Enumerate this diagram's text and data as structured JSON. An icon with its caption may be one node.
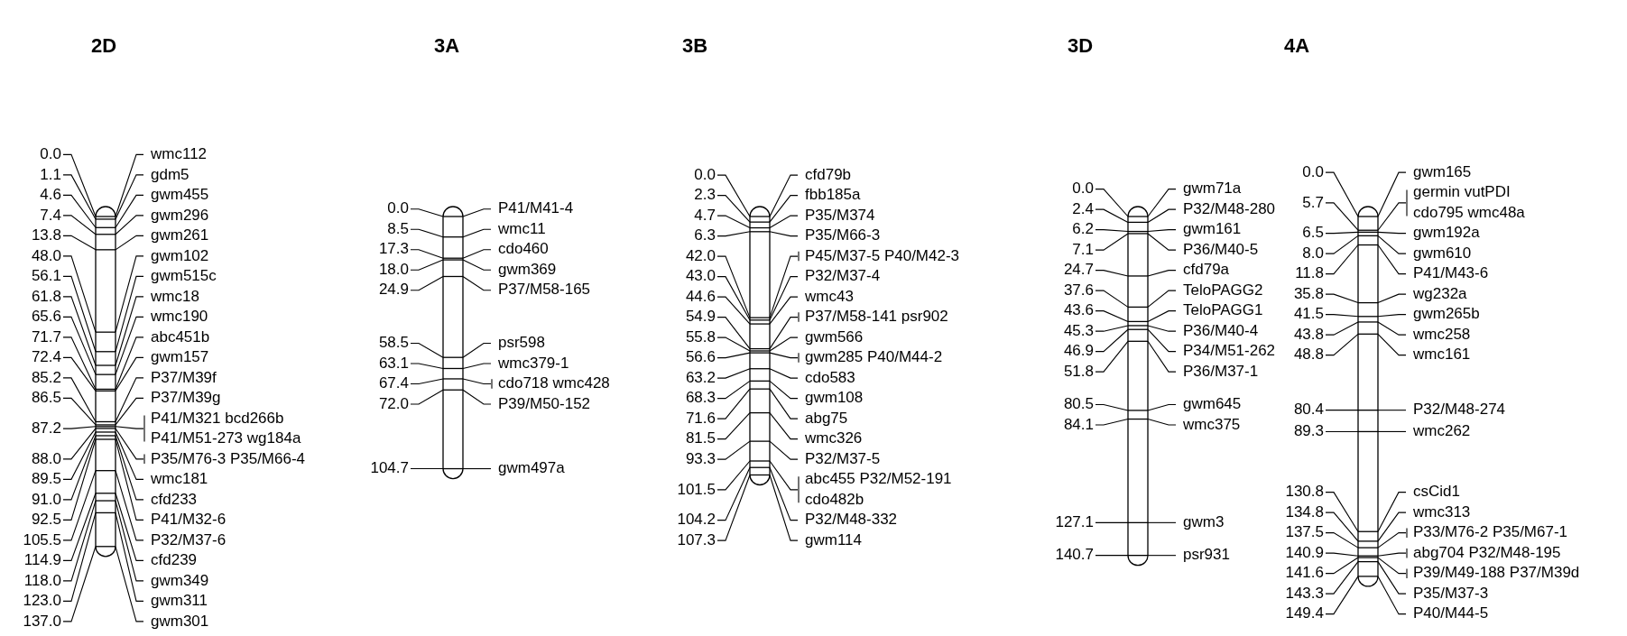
{
  "diagram": {
    "nodes": [
      {
        "text": [],
        "shape": "bar"
      },
      {
        "text": [
          "0.0"
        ]
      },
      {
        "text": [
          "wmc112"
        ]
      },
      {
        "text": [
          "1.1"
        ]
      },
      {
        "text": [
          "gdm5"
        ]
      },
      {
        "text": [
          "4.6"
        ]
      },
      {
        "text": [
          "gwm455"
        ]
      },
      {
        "text": [
          "7.4"
        ]
      },
      {
        "text": [
          "gwm296"
        ]
      },
      {
        "text": [
          "13.8"
        ]
      },
      {
        "text": [
          "gwm261"
        ]
      },
      {
        "text": [
          "48.0"
        ]
      },
      {
        "text": [
          "gwm102"
        ]
      },
      {
        "text": [
          "56.1"
        ]
      },
      {
        "text": [
          "gwm515c"
        ]
      },
      {
        "text": [
          "61.8"
        ]
      },
      {
        "text": [
          "wmc18"
        ]
      },
      {
        "text": [
          "65.6"
        ]
      },
      {
        "text": [
          "wmc190"
        ]
      },
      {
        "text": [
          "71.7"
        ]
      },
      {
        "text": [
          "abc451b"
        ]
      },
      {
        "text": [
          "72.4"
        ]
      },
      {
        "text": [
          "gwm157"
        ]
      },
      {
        "text": [
          "85.2"
        ]
      },
      {
        "text": [
          "P37/M39f"
        ]
      },
      {
        "text": [
          "86.5"
        ]
      },
      {
        "text": [
          "P37/M39g"
        ]
      },
      {
        "text": [
          "87.2"
        ]
      },
      {
        "text": [
          "P41/M321 bcd266b",
          "P41/M51-273 wg184a"
        ]
      },
      {
        "text": [
          "88.0"
        ]
      },
      {
        "text": [
          "P35/M76-3 P35/M66-4"
        ]
      },
      {
        "text": [
          "89.5"
        ]
      },
      {
        "text": [
          "wmc181"
        ]
      },
      {
        "text": [
          "91.0"
        ]
      },
      {
        "text": [
          "cfd233"
        ]
      },
      {
        "text": [
          "92.5"
        ]
      },
      {
        "text": [
          "P41/M32-6"
        ]
      },
      {
        "text": [
          "105.5"
        ]
      },
      {
        "text": [
          "P32/M37-6"
        ]
      },
      {
        "text": [
          "114.9"
        ]
      },
      {
        "text": [
          "cfd239"
        ]
      },
      {
        "text": [
          "118.0"
        ]
      },
      {
        "text": [
          "gwm349"
        ]
      },
      {
        "text": [
          "123.0"
        ]
      },
      {
        "text": [
          "gwm311"
        ]
      },
      {
        "text": [
          "137.0"
        ]
      },
      {
        "text": [
          "gwm301"
        ]
      },
      {
        "text": [],
        "shape": "bar"
      },
      {
        "text": [
          "0.0"
        ]
      },
      {
        "text": [
          "P41/M41-4"
        ]
      },
      {
        "text": [
          "8.5"
        ]
      },
      {
        "text": [
          "wmc11"
        ]
      },
      {
        "text": [
          "17.3"
        ]
      },
      {
        "text": [
          "cdo460"
        ]
      },
      {
        "text": [
          "18.0"
        ]
      },
      {
        "text": [
          "gwm369"
        ]
      },
      {
        "text": [
          "24.9"
        ]
      },
      {
        "text": [
          "P37/M58-165"
        ]
      },
      {
        "text": [
          "58.5"
        ]
      },
      {
        "text": [
          "psr598"
        ]
      },
      {
        "text": [
          "63.1"
        ]
      },
      {
        "text": [
          "wmc379-1"
        ]
      },
      {
        "text": [
          "67.4"
        ]
      },
      {
        "text": [
          "cdo718 wmc428"
        ]
      },
      {
        "text": [
          "72.0"
        ]
      },
      {
        "text": [
          "P39/M50-152"
        ]
      },
      {
        "text": [
          "104.7"
        ]
      },
      {
        "text": [
          "gwm497a"
        ]
      },
      {
        "text": [],
        "shape": "bar"
      },
      {
        "text": [
          "0.0"
        ]
      },
      {
        "text": [
          "cfd79b"
        ]
      },
      {
        "text": [
          "2.3"
        ]
      },
      {
        "text": [
          "fbb185a"
        ]
      },
      {
        "text": [
          "4.7"
        ]
      },
      {
        "text": [
          "P35/M374"
        ]
      },
      {
        "text": [
          "6.3"
        ]
      },
      {
        "text": [
          "P35/M66-3"
        ]
      },
      {
        "text": [
          "42.0"
        ]
      },
      {
        "text": [
          "P45/M37-5 P40/M42-3"
        ]
      },
      {
        "text": [
          "43.0"
        ]
      },
      {
        "text": [
          "P32/M37-4"
        ]
      },
      {
        "text": [
          "44.6"
        ]
      },
      {
        "text": [
          "wmc43"
        ]
      },
      {
        "text": [
          "54.9"
        ]
      },
      {
        "text": [
          "P37/M58-141 psr902"
        ]
      },
      {
        "text": [
          "55.8"
        ]
      },
      {
        "text": [
          "gwm566"
        ]
      },
      {
        "text": [
          "56.6"
        ]
      },
      {
        "text": [
          "gwm285 P40/M44-2"
        ]
      },
      {
        "text": [
          "63.2"
        ]
      },
      {
        "text": [
          "cdo583"
        ]
      },
      {
        "text": [
          "68.3"
        ]
      },
      {
        "text": [
          "gwm108"
        ]
      },
      {
        "text": [
          "71.6"
        ]
      },
      {
        "text": [
          "abg75"
        ]
      },
      {
        "text": [
          "81.5"
        ]
      },
      {
        "text": [
          "wmc326"
        ]
      },
      {
        "text": [
          "93.3"
        ]
      },
      {
        "text": [
          "P32/M37-5"
        ]
      },
      {
        "text": [
          "101.5"
        ]
      },
      {
        "text": [
          "abc455 P32/M52-191",
          "cdo482b"
        ]
      },
      {
        "text": [
          "104.2"
        ]
      },
      {
        "text": [
          "P32/M48-332"
        ]
      },
      {
        "text": [
          "107.3"
        ]
      },
      {
        "text": [
          "gwm114"
        ]
      },
      {
        "text": [],
        "shape": "bar"
      },
      {
        "text": [
          "0.0"
        ]
      },
      {
        "text": [
          "gwm71a"
        ]
      },
      {
        "text": [
          "2.4"
        ]
      },
      {
        "text": [
          "P32/M48-280"
        ]
      },
      {
        "text": [
          "6.2"
        ]
      },
      {
        "text": [
          "gwm161"
        ]
      },
      {
        "text": [
          "7.1"
        ]
      },
      {
        "text": [
          "P36/M40-5"
        ]
      },
      {
        "text": [
          "24.7"
        ]
      },
      {
        "text": [
          "cfd79a"
        ]
      },
      {
        "text": [
          "37.6"
        ]
      },
      {
        "text": [
          "TeloPAGG2"
        ]
      },
      {
        "text": [
          "43.6"
        ]
      },
      {
        "text": [
          "TeloPAGG1"
        ]
      },
      {
        "text": [
          "45.3"
        ]
      },
      {
        "text": [
          "P36/M40-4"
        ]
      },
      {
        "text": [
          "46.9"
        ]
      },
      {
        "text": [
          "P34/M51-262"
        ]
      },
      {
        "text": [
          "51.8"
        ]
      },
      {
        "text": [
          "P36/M37-1"
        ]
      },
      {
        "text": [
          "80.5"
        ]
      },
      {
        "text": [
          "gwm645"
        ]
      },
      {
        "text": [
          "84.1"
        ]
      },
      {
        "text": [
          "wmc375"
        ]
      },
      {
        "text": [
          "127.1"
        ]
      },
      {
        "text": [
          "gwm3"
        ]
      },
      {
        "text": [
          "140.7"
        ]
      },
      {
        "text": [
          "psr931"
        ]
      },
      {
        "text": [],
        "shape": "bar"
      },
      {
        "text": [
          "0.0"
        ]
      },
      {
        "text": [
          "gwm165"
        ]
      },
      {
        "text": [
          "5.7"
        ]
      },
      {
        "text": [
          "germin vutPDI",
          "cdo795 wmc48a"
        ]
      },
      {
        "text": [
          "6.5"
        ]
      },
      {
        "text": [
          "gwm192a"
        ]
      },
      {
        "text": [
          "8.0"
        ]
      },
      {
        "text": [
          "gwm610"
        ]
      },
      {
        "text": [
          "11.8"
        ]
      },
      {
        "text": [
          "P41/M43-6"
        ]
      },
      {
        "text": [
          "35.8"
        ]
      },
      {
        "text": [
          "wg232a"
        ]
      },
      {
        "text": [
          "41.5"
        ]
      },
      {
        "text": [
          "gwm265b"
        ]
      },
      {
        "text": [
          "43.8"
        ]
      },
      {
        "text": [
          "wmc258"
        ]
      },
      {
        "text": [
          "48.8"
        ]
      },
      {
        "text": [
          "wmc161"
        ]
      },
      {
        "text": [
          "80.4"
        ]
      },
      {
        "text": [
          "P32/M48-274"
        ]
      },
      {
        "text": [
          "89.3"
        ]
      },
      {
        "text": [
          "wmc262"
        ]
      },
      {
        "text": [
          "130.8"
        ]
      },
      {
        "text": [
          "csCid1"
        ]
      },
      {
        "text": [
          "134.8"
        ]
      },
      {
        "text": [
          "wmc313"
        ]
      },
      {
        "text": [
          "137.5"
        ]
      },
      {
        "text": [
          "P33/M76-2 P35/M67-1"
        ]
      },
      {
        "text": [
          "140.9"
        ]
      },
      {
        "text": [
          "abg704 P32/M48-195"
        ]
      },
      {
        "text": [
          "141.6"
        ]
      },
      {
        "text": [
          "P39/M49-188 P37/M39d"
        ]
      },
      {
        "text": [
          "143.3"
        ]
      },
      {
        "text": [
          "P35/M37-3"
        ]
      },
      {
        "text": [
          "149.4"
        ]
      },
      {
        "text": [
          "P40/M44-5"
        ]
      }
    ],
    "edges": [
      {
        "from": 1,
        "to": 0,
        "arrow": "none"
      },
      {
        "from": 2,
        "to": 0,
        "arrow": "none"
      },
      {
        "from": 3,
        "to": 0,
        "arrow": "none"
      },
      {
        "from": 4,
        "to": 0,
        "arrow": "none"
      },
      {
        "from": 5,
        "to": 0,
        "arrow": "none"
      },
      {
        "from": 6,
        "to": 0,
        "arrow": "none"
      },
      {
        "from": 7,
        "to": 0,
        "arrow": "none"
      },
      {
        "from": 8,
        "to": 0,
        "arrow": "none"
      },
      {
        "from": 9,
        "to": 0,
        "arrow": "none"
      },
      {
        "from": 10,
        "to": 0,
        "arrow": "none"
      },
      {
        "from": 11,
        "to": 0,
        "arrow": "none"
      },
      {
        "from": 12,
        "to": 0,
        "arrow": "none"
      },
      {
        "from": 13,
        "to": 0,
        "arrow": "none"
      },
      {
        "from": 14,
        "to": 0,
        "arrow": "none"
      },
      {
        "from": 15,
        "to": 0,
        "arrow": "none"
      },
      {
        "from": 16,
        "to": 0,
        "arrow": "none"
      },
      {
        "from": 17,
        "to": 0,
        "arrow": "none"
      },
      {
        "from": 18,
        "to": 0,
        "arrow": "none"
      },
      {
        "from": 19,
        "to": 0,
        "arrow": "none"
      },
      {
        "from": 20,
        "to": 0,
        "arrow": "none"
      },
      {
        "from": 21,
        "to": 0,
        "arrow": "none"
      },
      {
        "from": 22,
        "to": 0,
        "arrow": "none"
      },
      {
        "from": 23,
        "to": 0,
        "arrow": "none"
      },
      {
        "from": 24,
        "to": 0,
        "arrow": "none"
      },
      {
        "from": 25,
        "to": 0,
        "arrow": "none"
      },
      {
        "from": 26,
        "to": 0,
        "arrow": "none"
      },
      {
        "from": 27,
        "to": 0,
        "arrow": "none"
      },
      {
        "from": 28,
        "to": 0,
        "arrow": "none"
      },
      {
        "from": 29,
        "to": 0,
        "arrow": "none"
      },
      {
        "from": 30,
        "to": 0,
        "arrow": "none"
      },
      {
        "from": 31,
        "to": 0,
        "arrow": "none"
      },
      {
        "from": 32,
        "to": 0,
        "arrow": "none"
      },
      {
        "from": 33,
        "to": 0,
        "arrow": "none"
      },
      {
        "from": 34,
        "to": 0,
        "arrow": "none"
      },
      {
        "from": 35,
        "to": 0,
        "arrow": "none"
      },
      {
        "from": 36,
        "to": 0,
        "arrow": "none"
      },
      {
        "from": 37,
        "to": 0,
        "arrow": "none"
      },
      {
        "from": 38,
        "to": 0,
        "arrow": "none"
      },
      {
        "from": 39,
        "to": 0,
        "arrow": "none"
      },
      {
        "from": 40,
        "to": 0,
        "arrow": "none"
      },
      {
        "from": 41,
        "to": 0,
        "arrow": "none"
      },
      {
        "from": 42,
        "to": 0,
        "arrow": "none"
      },
      {
        "from": 43,
        "to": 0,
        "arrow": "none"
      },
      {
        "from": 44,
        "to": 0,
        "arrow": "none"
      },
      {
        "from": 45,
        "to": 0,
        "arrow": "none"
      },
      {
        "from": 46,
        "to": 0,
        "arrow": "none"
      },
      {
        "from": 48,
        "to": 47,
        "arrow": "none"
      },
      {
        "from": 49,
        "to": 47,
        "arrow": "none"
      },
      {
        "from": 50,
        "to": 47,
        "arrow": "none"
      },
      {
        "from": 51,
        "to": 47,
        "arrow": "none"
      },
      {
        "from": 52,
        "to": 47,
        "arrow": "none"
      },
      {
        "from": 53,
        "to": 47,
        "arrow": "none"
      },
      {
        "from": 54,
        "to": 47,
        "arrow": "none"
      },
      {
        "from": 55,
        "to": 47,
        "arrow": "none"
      },
      {
        "from": 56,
        "to": 47,
        "arrow": "none"
      },
      {
        "from": 57,
        "to": 47,
        "arrow": "none"
      },
      {
        "from": 58,
        "to": 47,
        "arrow": "none"
      },
      {
        "from": 59,
        "to": 47,
        "arrow": "none"
      },
      {
        "from": 60,
        "to": 47,
        "arrow": "none"
      },
      {
        "from": 61,
        "to": 47,
        "arrow": "none"
      },
      {
        "from": 62,
        "to": 47,
        "arrow": "none"
      },
      {
        "from": 63,
        "to": 47,
        "arrow": "none"
      },
      {
        "from": 64,
        "to": 47,
        "arrow": "none"
      },
      {
        "from": 65,
        "to": 47,
        "arrow": "none"
      },
      {
        "from": 66,
        "to": 47,
        "arrow": "none"
      },
      {
        "from": 67,
        "to": 47,
        "arrow": "none"
      },
      {
        "from": 69,
        "to": 68,
        "arrow": "none"
      },
      {
        "from": 70,
        "to": 68,
        "arrow": "none"
      },
      {
        "from": 71,
        "to": 68,
        "arrow": "none"
      },
      {
        "from": 72,
        "to": 68,
        "arrow": "none"
      },
      {
        "from": 73,
        "to": 68,
        "arrow": "none"
      },
      {
        "from": 74,
        "to": 68,
        "arrow": "none"
      },
      {
        "from": 75,
        "to": 68,
        "arrow": "none"
      },
      {
        "from": 76,
        "to": 68,
        "arrow": "none"
      },
      {
        "from": 77,
        "to": 68,
        "arrow": "none"
      },
      {
        "from": 78,
        "to": 68,
        "arrow": "none"
      },
      {
        "from": 79,
        "to": 68,
        "arrow": "none"
      },
      {
        "from": 80,
        "to": 68,
        "arrow": "none"
      },
      {
        "from": 81,
        "to": 68,
        "arrow": "none"
      },
      {
        "from": 82,
        "to": 68,
        "arrow": "none"
      },
      {
        "from": 83,
        "to": 68,
        "arrow": "none"
      },
      {
        "from": 84,
        "to": 68,
        "arrow": "none"
      },
      {
        "from": 85,
        "to": 68,
        "arrow": "none"
      },
      {
        "from": 86,
        "to": 68,
        "arrow": "none"
      },
      {
        "from": 87,
        "to": 68,
        "arrow": "none"
      },
      {
        "from": 88,
        "to": 68,
        "arrow": "none"
      },
      {
        "from": 89,
        "to": 68,
        "arrow": "none"
      },
      {
        "from": 90,
        "to": 68,
        "arrow": "none"
      },
      {
        "from": 91,
        "to": 68,
        "arrow": "none"
      },
      {
        "from": 92,
        "to": 68,
        "arrow": "none"
      },
      {
        "from": 93,
        "to": 68,
        "arrow": "none"
      },
      {
        "from": 94,
        "to": 68,
        "arrow": "none"
      },
      {
        "from": 95,
        "to": 68,
        "arrow": "none"
      },
      {
        "from": 96,
        "to": 68,
        "arrow": "none"
      },
      {
        "from": 97,
        "to": 68,
        "arrow": "none"
      },
      {
        "from": 98,
        "to": 68,
        "arrow": "none"
      },
      {
        "from": 99,
        "to": 68,
        "arrow": "none"
      },
      {
        "from": 100,
        "to": 68,
        "arrow": "none"
      },
      {
        "from": 101,
        "to": 68,
        "arrow": "none"
      },
      {
        "from": 102,
        "to": 68,
        "arrow": "none"
      },
      {
        "from": 103,
        "to": 68,
        "arrow": "none"
      },
      {
        "from": 104,
        "to": 68,
        "arrow": "none"
      },
      {
        "from": 106,
        "to": 105,
        "arrow": "none"
      },
      {
        "from": 107,
        "to": 105,
        "arrow": "none"
      },
      {
        "from": 108,
        "to": 105,
        "arrow": "none"
      },
      {
        "from": 109,
        "to": 105,
        "arrow": "none"
      },
      {
        "from": 110,
        "to": 105,
        "arrow": "none"
      },
      {
        "from": 111,
        "to": 105,
        "arrow": "none"
      },
      {
        "from": 112,
        "to": 105,
        "arrow": "none"
      },
      {
        "from": 113,
        "to": 105,
        "arrow": "none"
      },
      {
        "from": 114,
        "to": 105,
        "arrow": "none"
      },
      {
        "from": 115,
        "to": 105,
        "arrow": "none"
      },
      {
        "from": 116,
        "to": 105,
        "arrow": "none"
      },
      {
        "from": 117,
        "to": 105,
        "arrow": "none"
      },
      {
        "from": 118,
        "to": 105,
        "arrow": "none"
      },
      {
        "from": 119,
        "to": 105,
        "arrow": "none"
      },
      {
        "from": 120,
        "to": 105,
        "arrow": "none"
      },
      {
        "from": 121,
        "to": 105,
        "arrow": "none"
      },
      {
        "from": 122,
        "to": 105,
        "arrow": "none"
      },
      {
        "from": 123,
        "to": 105,
        "arrow": "none"
      },
      {
        "from": 124,
        "to": 105,
        "arrow": "none"
      },
      {
        "from": 125,
        "to": 105,
        "arrow": "none"
      },
      {
        "from": 126,
        "to": 105,
        "arrow": "none"
      },
      {
        "from": 127,
        "to": 105,
        "arrow": "none"
      },
      {
        "from": 128,
        "to": 105,
        "arrow": "none"
      },
      {
        "from": 129,
        "to": 105,
        "arrow": "none"
      },
      {
        "from": 130,
        "to": 105,
        "arrow": "none"
      },
      {
        "from": 131,
        "to": 105,
        "arrow": "none"
      },
      {
        "from": 132,
        "to": 105,
        "arrow": "none"
      },
      {
        "from": 133,
        "to": 105,
        "arrow": "none"
      },
      {
        "from": 135,
        "to": 134,
        "arrow": "none"
      },
      {
        "from": 136,
        "to": 134,
        "arrow": "none"
      },
      {
        "from": 137,
        "to": 134,
        "arrow": "none"
      },
      {
        "from": 138,
        "to": 134,
        "arrow": "none"
      },
      {
        "from": 139,
        "to": 134,
        "arrow": "none"
      },
      {
        "from": 140,
        "to": 134,
        "arrow": "none"
      },
      {
        "from": 141,
        "to": 134,
        "arrow": "none"
      },
      {
        "from": 142,
        "to": 134,
        "arrow": "none"
      },
      {
        "from": 143,
        "to": 134,
        "arrow": "none"
      },
      {
        "from": 144,
        "to": 134,
        "arrow": "none"
      },
      {
        "from": 145,
        "to": 134,
        "arrow": "none"
      },
      {
        "from": 146,
        "to": 134,
        "arrow": "none"
      },
      {
        "from": 147,
        "to": 134,
        "arrow": "none"
      },
      {
        "from": 148,
        "to": 134,
        "arrow": "none"
      },
      {
        "from": 149,
        "to": 134,
        "arrow": "none"
      },
      {
        "from": 150,
        "to": 134,
        "arrow": "none"
      },
      {
        "from": 151,
        "to": 134,
        "arrow": "none"
      },
      {
        "from": 152,
        "to": 134,
        "arrow": "none"
      },
      {
        "from": 153,
        "to": 134,
        "arrow": "none"
      },
      {
        "from": 154,
        "to": 134,
        "arrow": "none"
      },
      {
        "from": 155,
        "to": 134,
        "arrow": "none"
      },
      {
        "from": 156,
        "to": 134,
        "arrow": "none"
      },
      {
        "from": 157,
        "to": 134,
        "arrow": "none"
      },
      {
        "from": 158,
        "to": 134,
        "arrow": "none"
      },
      {
        "from": 159,
        "to": 134,
        "arrow": "none"
      },
      {
        "from": 160,
        "to": 134,
        "arrow": "none"
      },
      {
        "from": 161,
        "to": 134,
        "arrow": "none"
      },
      {
        "from": 162,
        "to": 134,
        "arrow": "none"
      },
      {
        "from": 163,
        "to": 134,
        "arrow": "none"
      },
      {
        "from": 164,
        "to": 134,
        "arrow": "none"
      },
      {
        "from": 165,
        "to": 134,
        "arrow": "none"
      },
      {
        "from": 166,
        "to": 134,
        "arrow": "none"
      },
      {
        "from": 167,
        "to": 134,
        "arrow": "none"
      },
      {
        "from": 168,
        "to": 134,
        "arrow": "none"
      },
      {
        "from": 169,
        "to": 134,
        "arrow": "none"
      },
      {
        "from": 170,
        "to": 134,
        "arrow": "none"
      }
    ],
    "labels": [
      "2D",
      "3A",
      "3B",
      "3D",
      "4A"
    ]
  }
}
